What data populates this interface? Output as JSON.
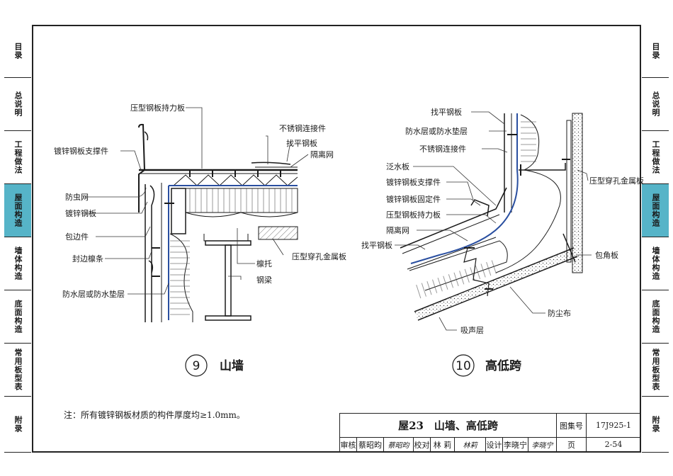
{
  "left_tabs": [
    {
      "label": "目录",
      "active": false
    },
    {
      "label": "总说明",
      "active": false
    },
    {
      "label": "工程做法",
      "active": false
    },
    {
      "label": "屋面构造",
      "active": true
    },
    {
      "label": "墙体构造",
      "active": false
    },
    {
      "label": "底面构造",
      "active": false
    },
    {
      "label": "常用板型表",
      "active": false
    },
    {
      "label": "附录",
      "active": false
    }
  ],
  "right_tabs": [
    {
      "label": "目录",
      "active": false
    },
    {
      "label": "总说明",
      "active": false
    },
    {
      "label": "工程做法",
      "active": false
    },
    {
      "label": "屋面构造",
      "active": true
    },
    {
      "label": "墙体构造",
      "active": false
    },
    {
      "label": "底面构造",
      "active": false
    },
    {
      "label": "常用板型表",
      "active": false
    },
    {
      "label": "附录",
      "active": false
    }
  ],
  "detail9": {
    "number": "9",
    "title": "山墙",
    "labels": {
      "l1": "压型钢板持力板",
      "l2": "不锈钢连接件",
      "l3": "找平钢板",
      "l4": "隔离网",
      "l5": "镀锌钢板支撑件",
      "l6": "防虫网",
      "l7": "镀锌钢板",
      "l8": "包边件",
      "l9": "封边檩条",
      "l10": "檩托",
      "l11": "压型穿孔金属板",
      "l12": "钢梁",
      "l13": "防水层或防水垫层"
    }
  },
  "detail10": {
    "number": "10",
    "title": "高低跨",
    "labels": {
      "l1": "找平钢板",
      "l2": "防水层或防水垫层",
      "l3": "不锈钢连接件",
      "l4": "泛水板",
      "l5": "镀锌钢板支撑件",
      "l6": "镀锌钢板固定件",
      "l7": "压型钢板持力板",
      "l8": "隔离网",
      "l9": "找平钢板",
      "l10": "压型穿孔金属板",
      "l11": "包角板",
      "l12": "防尘布",
      "l13": "吸声层"
    }
  },
  "note": "注：所有镀锌钢板材质的构件厚度均≥1.0mm。",
  "title_block": {
    "title": "屋23　山墙、高低跨",
    "atlas_label": "图集号",
    "atlas_no": "17J925-1",
    "review_label": "审核",
    "review_name": "蔡昭昀",
    "review_sig": "蔡昭昀",
    "check_label": "校对",
    "check_name": "林 莉",
    "check_sig": "林莉",
    "design_label": "设计",
    "design_name": "李晓宁",
    "design_sig": "李晓宁",
    "page_label": "页",
    "page_no": "2-54"
  },
  "colors": {
    "accent_tab": "#56b4c8",
    "membrane": "#2a4fa0",
    "line": "#222222"
  }
}
